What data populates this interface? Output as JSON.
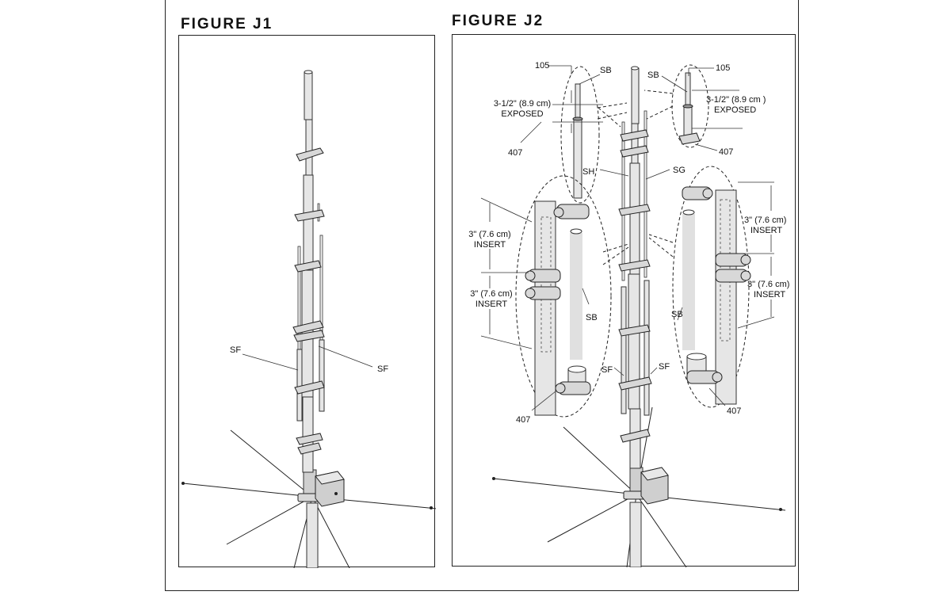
{
  "figures": {
    "j1": {
      "title": "FIGURE  J1",
      "labels": {
        "sf_left": "SF",
        "sf_right": "SF"
      }
    },
    "j2": {
      "title": "FIGURE  J2",
      "labels": {
        "part_105_left": "105",
        "part_105_right": "105",
        "sb_top_left": "SB",
        "sb_top_right": "SB",
        "exposed_left_line1": "3-1/2\" (8.9 cm)",
        "exposed_left_line2": "EXPOSED",
        "exposed_right_line1": "3-1/2\" (8.9 cm )",
        "exposed_right_line2": "EXPOSED",
        "part_407_top_left": "407",
        "part_407_top_right": "407",
        "part_407_bottom_left": "407",
        "part_407_bottom_right": "407",
        "sh": "SH",
        "sg": "SG",
        "insert_left_a_line1": "3\" (7.6 cm)",
        "insert_left_a_line2": "INSERT",
        "insert_left_b_line1": "3\" (7.6 cm)",
        "insert_left_b_line2": "INSERT",
        "insert_right_a_line1": "3\" (7.6 cm)",
        "insert_right_a_line2": "INSERT",
        "insert_right_b_line1": "3\" (7.6 cm)",
        "insert_right_b_line2": "INSERT",
        "sb_mid_left": "SB",
        "sb_mid_right": "SB",
        "sf_left": "SF",
        "sf_right": "SF"
      }
    }
  }
}
